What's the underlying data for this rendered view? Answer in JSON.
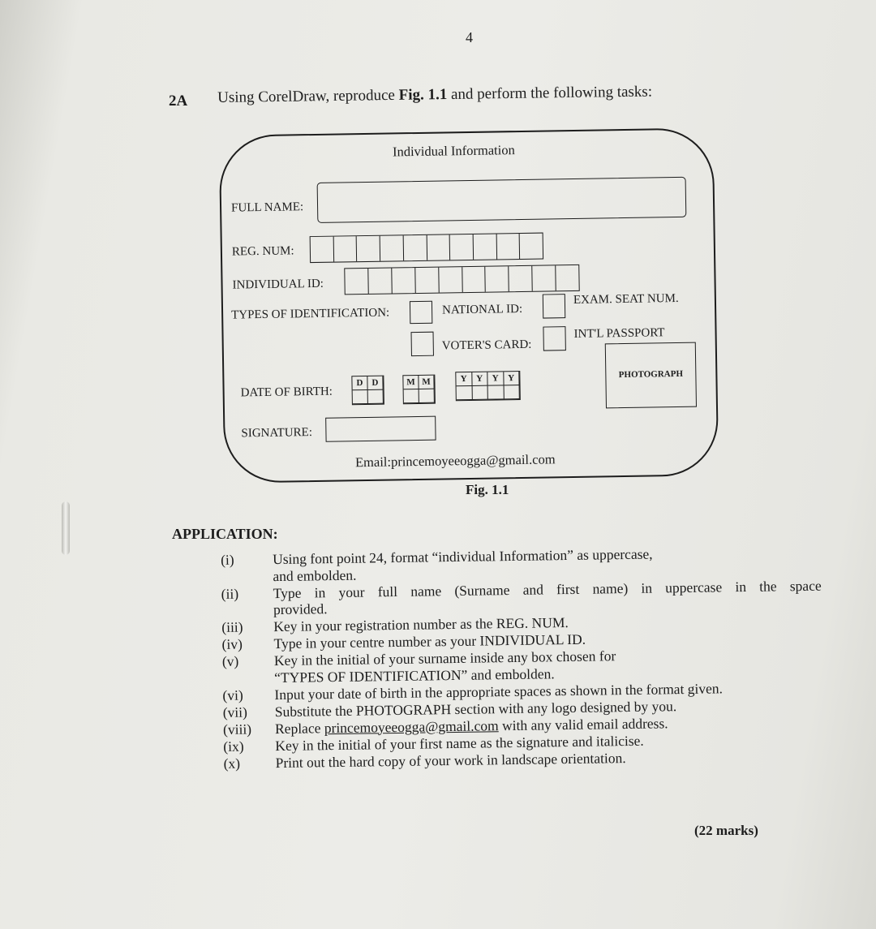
{
  "page": {
    "number": "4"
  },
  "question": {
    "number": "2A",
    "text_before": "Using CorelDraw, reproduce ",
    "fig_ref": "Fig. 1.1",
    "text_after": " and perform the following tasks:"
  },
  "form": {
    "title": "Individual Information",
    "full_name_label": "FULL NAME:",
    "reg_num_label": "REG. NUM:",
    "individual_id_label": "INDIVIDUAL ID:",
    "types_label": "TYPES OF IDENTIFICATION:",
    "national_id_label": "NATIONAL ID:",
    "exam_seat_label": "EXAM. SEAT NUM.",
    "voters_card_label": "VOTER'S CARD:",
    "intl_passport_label": "INT'L PASSPORT",
    "photograph_label": "PHOTOGRAPH",
    "dob_label": "DATE OF BIRTH:",
    "dob_day": [
      "D",
      "D"
    ],
    "dob_month": [
      "M",
      "M"
    ],
    "dob_year": [
      "Y",
      "Y",
      "Y",
      "Y"
    ],
    "signature_label": "SIGNATURE:",
    "email": "Email:princemoyeeogga@gmail.com"
  },
  "figure_caption": "Fig. 1.1",
  "application": {
    "heading": "APPLICATION:",
    "tasks": [
      {
        "num": "(i)",
        "line1": "Using font point 24, format “individual Information” as uppercase,",
        "line2": "and embolden."
      },
      {
        "num": "(ii)",
        "line1": "Type in your full name (Surname and first name) in uppercase in the space",
        "line2": "provided."
      },
      {
        "num": "(iii)",
        "line1": "Key in your registration number as the REG. NUM."
      },
      {
        "num": "(iv)",
        "line1": "Type in your centre number as your INDIVIDUAL ID."
      },
      {
        "num": "(v)",
        "line1": "Key in the initial of your surname inside any box chosen for",
        "line2": "“TYPES OF IDENTIFICATION” and embolden."
      },
      {
        "num": "(vi)",
        "line1": "Input your date of birth in the appropriate spaces as shown in the format given."
      },
      {
        "num": "(vii)",
        "line1": "Substitute the PHOTOGRAPH section with any logo designed by you."
      },
      {
        "num": "(viii)",
        "line1_pre": "Replace ",
        "line1_link": "princemoyeeogga@gmail.com",
        "line1_post": " with any valid email address."
      },
      {
        "num": "(ix)",
        "line1": "Key in the initial of your first name as the signature and italicise."
      },
      {
        "num": "(x)",
        "line1": "Print out the hard copy of your work in landscape orientation."
      }
    ]
  },
  "marks": "(22 marks)"
}
